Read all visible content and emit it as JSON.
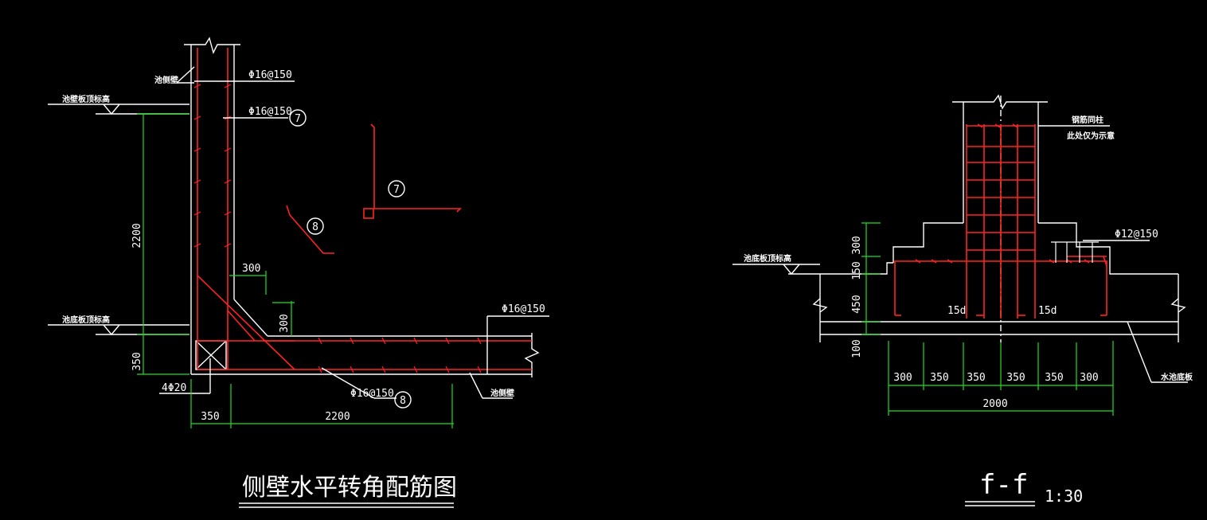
{
  "left_view": {
    "title": "侧壁水平转角配筋图",
    "labels": {
      "wall_top": "池侧壁",
      "top_slab_level": "池壁板顶标高",
      "bottom_slab_level": "池底板顶标高",
      "rebar_a": "Φ16@150",
      "rebar_b": "Φ16@150",
      "rebar_c": "Φ16@150",
      "rebar_d": "Φ16@150",
      "corner_bars": "4Φ20",
      "wall_right": "池侧壁",
      "mark_7a": "7",
      "mark_7b": "7",
      "mark_8a": "8",
      "mark_8b": "8"
    },
    "dims": {
      "height_wall": "2200",
      "height_bottom": "350",
      "haunch_x": "300",
      "haunch_y": "300",
      "width_left": "350",
      "width_right": "2200"
    }
  },
  "right_view": {
    "title": "f-f",
    "scale": "1:30",
    "labels": {
      "column_note_1": "钢筋同柱",
      "column_note_2": "此处仅为示意",
      "slab_level": "池底板顶标高",
      "rebar": "Φ12@150",
      "anchor_left": "15d",
      "anchor_right": "15d",
      "bottom_plate": "水池底板"
    },
    "dims": {
      "v1": "300",
      "v2": "150",
      "v3": "450",
      "v4": "100",
      "h1": "300",
      "h2": "350",
      "h3": "350",
      "h4": "350",
      "h5": "350",
      "h6": "300",
      "total": "2000"
    }
  }
}
